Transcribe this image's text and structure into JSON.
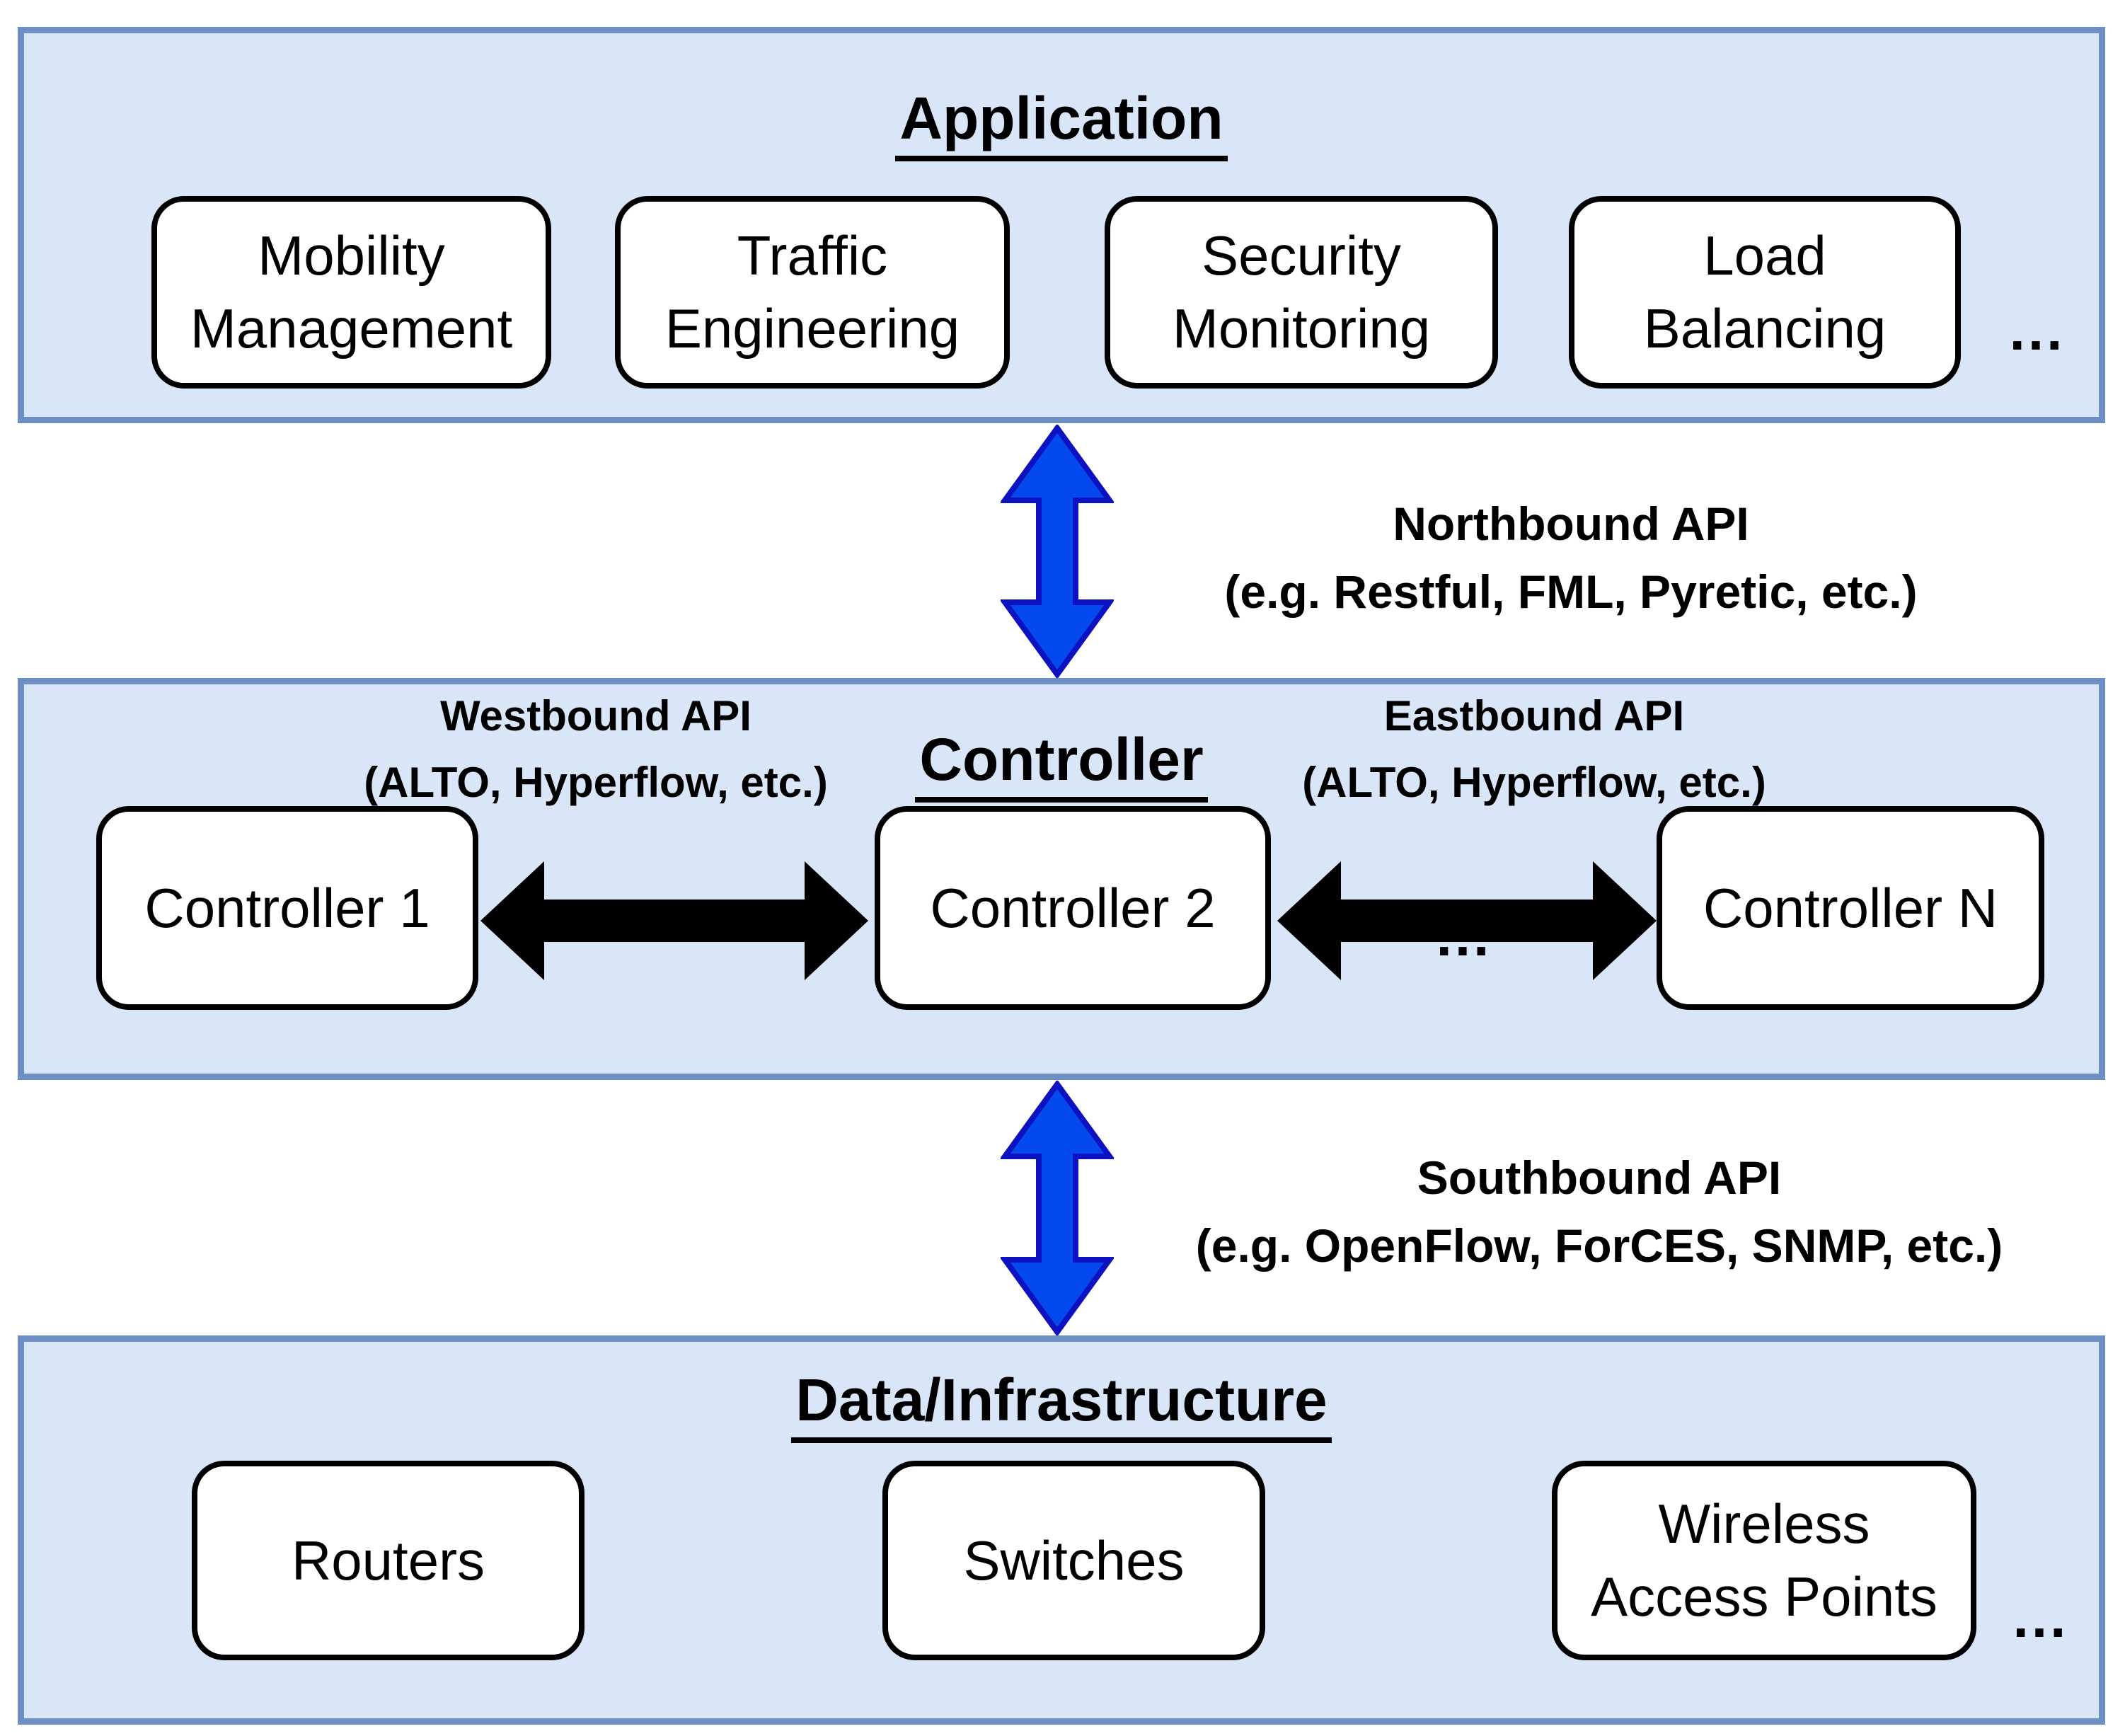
{
  "diagram_title": "SDN layered architecture",
  "colors": {
    "layer_fill": "#d9e6f8",
    "layer_border": "#6e8fc4",
    "box_fill": "#ffffff",
    "box_border": "#000000",
    "blue_arrow_fill": "#0449ee",
    "blue_arrow_stroke": "#0d12c0",
    "black_arrow": "#000000"
  },
  "layers": {
    "application": {
      "title": "Application",
      "boxes": [
        {
          "label": "Mobility\nManagement"
        },
        {
          "label": "Traffic\nEngineering"
        },
        {
          "label": "Security\nMonitoring"
        },
        {
          "label": "Load\nBalancing"
        }
      ],
      "ellipsis": "..."
    },
    "controller": {
      "title": "Controller",
      "boxes": [
        {
          "label": "Controller 1"
        },
        {
          "label": "Controller 2"
        },
        {
          "label": "Controller N"
        }
      ],
      "ellipsis": "..."
    },
    "data": {
      "title": "Data/Infrastructure",
      "boxes": [
        {
          "label": "Routers"
        },
        {
          "label": "Switches"
        },
        {
          "label": "Wireless\nAccess Points"
        }
      ],
      "ellipsis": "..."
    }
  },
  "apis": {
    "northbound": {
      "line1": "Northbound API",
      "line2": "(e.g. Restful, FML, Pyretic, etc.)"
    },
    "southbound": {
      "line1": "Southbound API",
      "line2": "(e.g. OpenFlow, ForCES, SNMP, etc.)"
    },
    "westbound": {
      "line1": "Westbound API",
      "line2": "(ALTO, Hyperflow, etc.)"
    },
    "eastbound": {
      "line1": "Eastbound API",
      "line2": "(ALTO, Hyperflow, etc.)"
    }
  }
}
